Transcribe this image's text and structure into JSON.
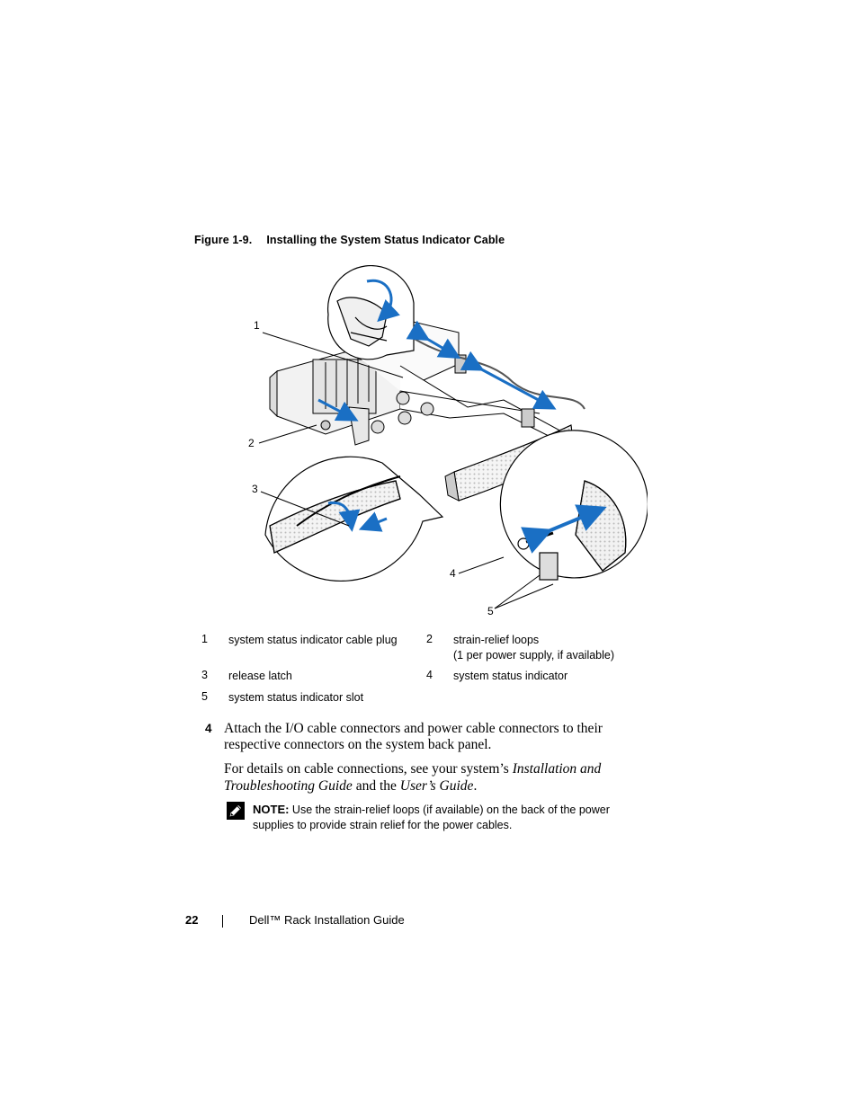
{
  "figure": {
    "number": "Figure 1-9.",
    "title": "Installing the System Status Indicator Cable",
    "callouts": [
      "1",
      "2",
      "3",
      "4",
      "5"
    ]
  },
  "legend": [
    {
      "num": "1",
      "text": "system status indicator cable plug"
    },
    {
      "num": "2",
      "text": "strain-relief loops",
      "text2": "(1 per power supply, if available)"
    },
    {
      "num": "3",
      "text": "release latch"
    },
    {
      "num": "4",
      "text": "system status indicator"
    },
    {
      "num": "5",
      "text": "system status indicator slot"
    }
  ],
  "step": {
    "num": "4",
    "text": "Attach the I/O cable connectors and power cable connectors to their respective connectors on the system back panel."
  },
  "para": {
    "pre": "For details on cable connections, see your system’s ",
    "italic1": "Installation and Troubleshooting Guide",
    "mid": " and the ",
    "italic2": "User’s Guide",
    "post": "."
  },
  "note": {
    "label": "NOTE:",
    "text": " Use the strain-relief loops (if available) on the back of the power supplies to provide strain relief for the power cables."
  },
  "footer": {
    "page": "22",
    "title": "Dell™ Rack Installation Guide"
  },
  "colors": {
    "arrow_blue": "#1a6fc4",
    "text": "#000000"
  }
}
